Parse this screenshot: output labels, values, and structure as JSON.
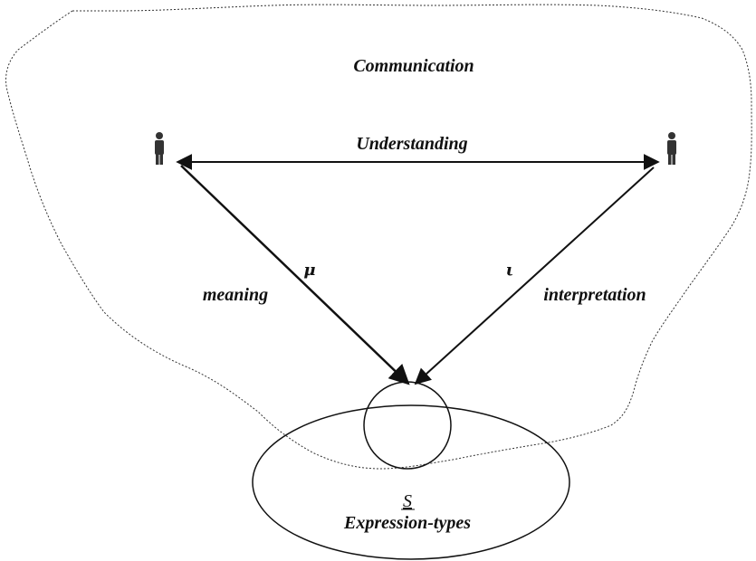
{
  "diagram": {
    "region_label": "Communication",
    "relation_label": "Understanding",
    "left_edge_label": "meaning",
    "left_edge_symbol": "μ",
    "right_edge_label": "interpretation",
    "right_edge_symbol": "ι",
    "set_symbol": "S",
    "set_label": "Expression-types",
    "left_agent_icon": "person-icon",
    "right_agent_icon": "person-icon"
  }
}
